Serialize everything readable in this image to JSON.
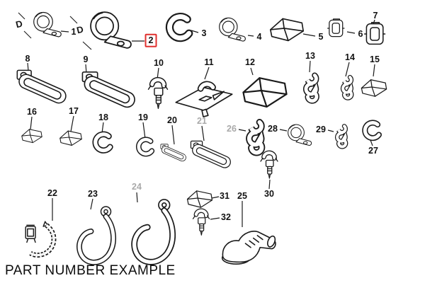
{
  "diagram": {
    "footer_text": "PART NUMBER EXAMPLE",
    "selected_part": "2",
    "colors": {
      "background": "#ffffff",
      "line_art": "#1a1a1a",
      "selection_highlight": "#e0312f",
      "faded_label": "#a9a9a9"
    },
    "dimension_labels": [
      {
        "text": "D"
      },
      {
        "text": "D"
      }
    ],
    "parts": [
      {
        "number": "1",
        "state": "normal"
      },
      {
        "number": "2",
        "state": "selected"
      },
      {
        "number": "3",
        "state": "normal"
      },
      {
        "number": "4",
        "state": "normal"
      },
      {
        "number": "5",
        "state": "normal"
      },
      {
        "number": "6",
        "state": "normal"
      },
      {
        "number": "7",
        "state": "normal"
      },
      {
        "number": "8",
        "state": "normal"
      },
      {
        "number": "9",
        "state": "normal"
      },
      {
        "number": "10",
        "state": "normal"
      },
      {
        "number": "11",
        "state": "normal"
      },
      {
        "number": "12",
        "state": "normal"
      },
      {
        "number": "13",
        "state": "normal"
      },
      {
        "number": "14",
        "state": "normal"
      },
      {
        "number": "15",
        "state": "normal"
      },
      {
        "number": "16",
        "state": "normal"
      },
      {
        "number": "17",
        "state": "normal"
      },
      {
        "number": "18",
        "state": "normal"
      },
      {
        "number": "19",
        "state": "normal"
      },
      {
        "number": "20",
        "state": "normal"
      },
      {
        "number": "21",
        "state": "faded"
      },
      {
        "number": "22",
        "state": "normal"
      },
      {
        "number": "23",
        "state": "normal"
      },
      {
        "number": "24",
        "state": "faded"
      },
      {
        "number": "25",
        "state": "normal"
      },
      {
        "number": "26",
        "state": "faded"
      },
      {
        "number": "27",
        "state": "normal"
      },
      {
        "number": "28",
        "state": "normal"
      },
      {
        "number": "29",
        "state": "normal"
      },
      {
        "number": "30",
        "state": "normal"
      },
      {
        "number": "31",
        "state": "normal"
      },
      {
        "number": "32",
        "state": "normal"
      }
    ]
  }
}
